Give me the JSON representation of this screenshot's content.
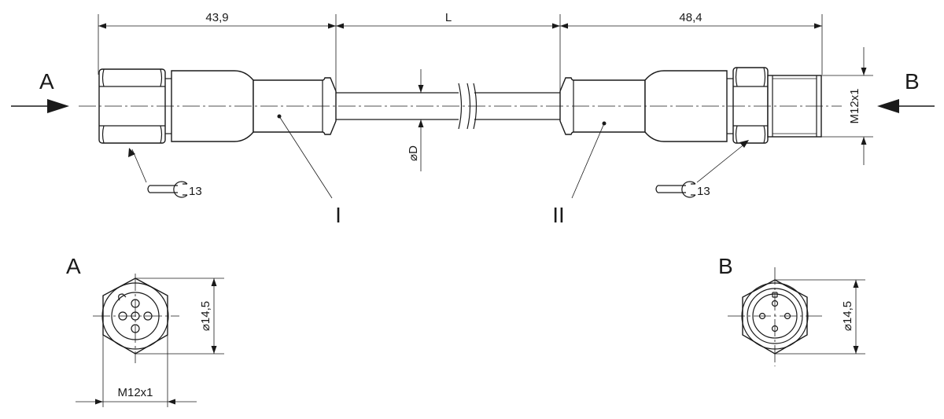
{
  "dimensions": {
    "left_length": "43,9",
    "cable_length": "L",
    "right_length": "48,4",
    "cable_diameter": "⌀D",
    "thread_right": "M12x1",
    "thread_face_a": "M12x1",
    "diameter_a": "⌀14,5",
    "diameter_b": "⌀14,5"
  },
  "labels": {
    "view_a_arrow": "A",
    "view_b_arrow": "B",
    "connector_1": "I",
    "connector_2": "II",
    "wrench_left": "13",
    "wrench_right": "13",
    "face_a_title": "A",
    "face_b_title": "B"
  },
  "icons": {
    "wrench": "open-end-wrench-icon"
  }
}
